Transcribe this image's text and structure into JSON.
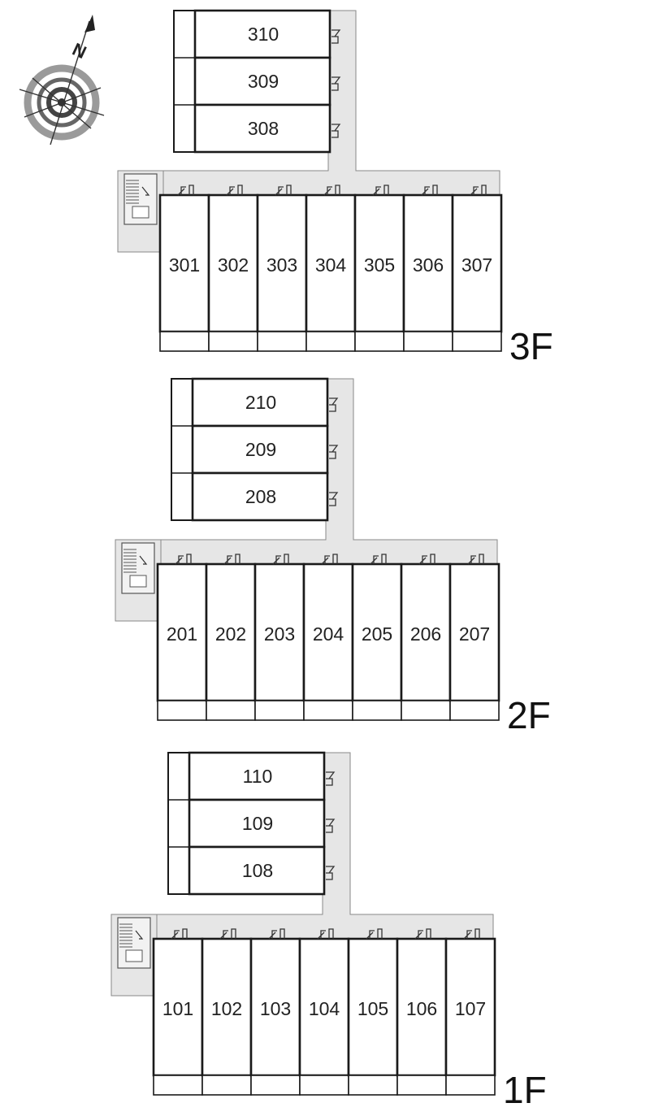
{
  "compass": {
    "north_label": "N",
    "icon": "compass-rose-icon"
  },
  "floors": [
    {
      "floor_label": "3F",
      "upper_rooms": [
        "310",
        "309",
        "308"
      ],
      "lower_rooms": [
        "301",
        "302",
        "303",
        "304",
        "305",
        "306",
        "307"
      ]
    },
    {
      "floor_label": "2F",
      "upper_rooms": [
        "210",
        "209",
        "208"
      ],
      "lower_rooms": [
        "201",
        "202",
        "203",
        "204",
        "205",
        "206",
        "207"
      ]
    },
    {
      "floor_label": "1F",
      "upper_rooms": [
        "110",
        "109",
        "108"
      ],
      "lower_rooms": [
        "101",
        "102",
        "103",
        "104",
        "105",
        "106",
        "107"
      ]
    }
  ],
  "colors": {
    "wall": "#1a1a1a",
    "corridor": "#e6e6e6",
    "stair": "#f2f2f2",
    "compass_ring": "#9a9a9a"
  }
}
